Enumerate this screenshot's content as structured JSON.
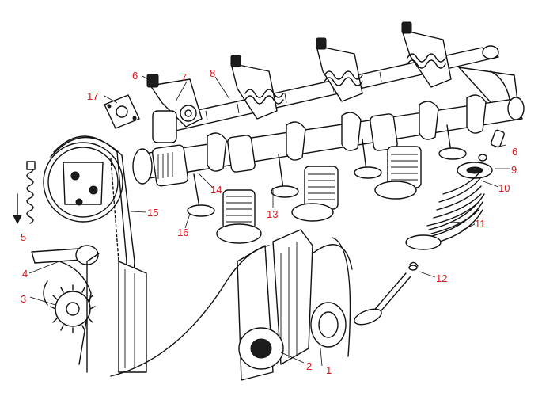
{
  "callouts": [
    {
      "id": "1",
      "text": "1"
    },
    {
      "id": "2",
      "text": "2"
    },
    {
      "id": "3",
      "text": "3"
    },
    {
      "id": "4",
      "text": "4"
    },
    {
      "id": "5",
      "text": "5"
    },
    {
      "id": "6a",
      "text": "6"
    },
    {
      "id": "6b",
      "text": "6"
    },
    {
      "id": "7",
      "text": "7"
    },
    {
      "id": "8",
      "text": "8"
    },
    {
      "id": "9",
      "text": "9"
    },
    {
      "id": "10",
      "text": "10"
    },
    {
      "id": "11",
      "text": "11"
    },
    {
      "id": "12",
      "text": "12"
    },
    {
      "id": "13",
      "text": "13"
    },
    {
      "id": "14",
      "text": "14"
    },
    {
      "id": "15",
      "text": "15"
    },
    {
      "id": "16",
      "text": "16"
    },
    {
      "id": "17",
      "text": "17"
    }
  ],
  "colors": {
    "callout": "#d9151b",
    "ink": "#111111",
    "paper": "#ffffff"
  }
}
